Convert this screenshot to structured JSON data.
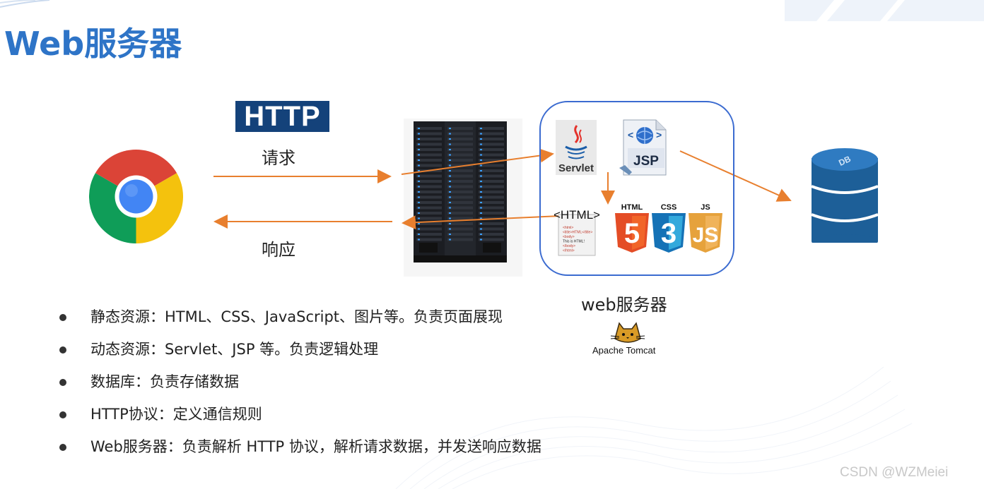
{
  "title": "Web服务器",
  "http_badge": "HTTP",
  "request_label": "请求",
  "response_label": "响应",
  "web_server_label": "web服务器",
  "tomcat_label": "Apache Tomcat",
  "icons": {
    "servlet_text": "Servlet",
    "jsp_text": "JSP",
    "html_doc_title": "<HTML>",
    "html_doc_lines": [
      "<html>",
      "<title>HTML</title>",
      "<body>",
      "This is HTML!",
      "</body>",
      "</html>"
    ],
    "html5_text": "HTML",
    "css3_text": "CSS",
    "js_text": "JS",
    "db_text": "DB"
  },
  "bullets": [
    "静态资源：HTML、CSS、JavaScript、图片等。负责页面展现",
    "动态资源：Servlet、JSP 等。负责逻辑处理",
    "数据库：负责存储数据",
    "HTTP协议：定义通信规则",
    "Web服务器：负责解析 HTTP 协议，解析请求数据，并发送响应数据"
  ],
  "watermark": "CSDN @WZMeiei",
  "colors": {
    "title": "#2e74c7",
    "http_badge_bg": "#14427a",
    "arrow": "#e87f2e",
    "web_box_border": "#3b6bd0"
  }
}
